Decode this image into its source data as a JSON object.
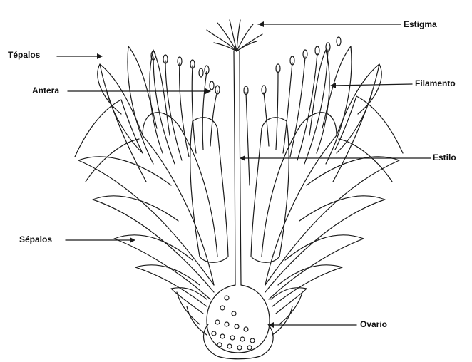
{
  "diagram": {
    "colors": {
      "line": "#1a1a1a",
      "background": "#ffffff",
      "label": "#111111"
    },
    "labels": {
      "estigma": "Estigma",
      "tepalos": "Tépalos",
      "filamento": "Filamento",
      "antera": "Antera",
      "estilo": "Estilo",
      "sepalos": "Sépalos",
      "ovario": "Ovario"
    }
  }
}
